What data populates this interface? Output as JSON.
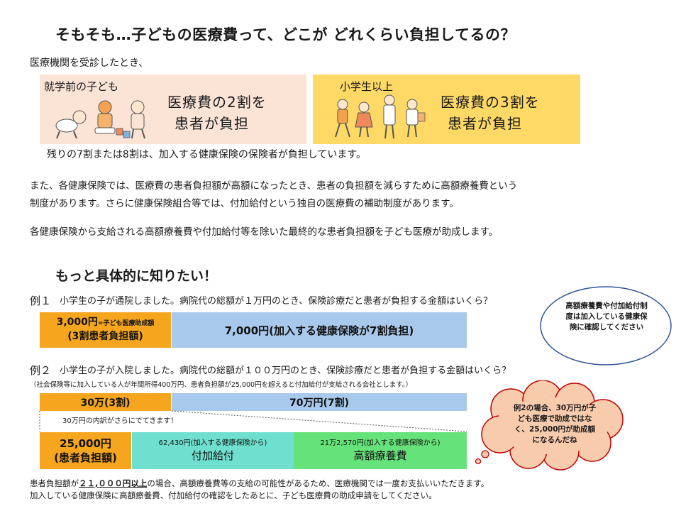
{
  "title": "そもそも…子どもの医療費って、どこが どれくらい負担してるの？",
  "intro": "医療機関を受診したとき、",
  "panels": [
    {
      "label": "就学前の子ども",
      "line1": "医療費の2割を",
      "line2": "患者が負担"
    },
    {
      "label": "小学生以上",
      "line1": "医療費の3割を",
      "line2": "患者が負担"
    }
  ],
  "remainder_note": "残りの7割または8割は、加入する健康保険の保険者が負担しています。",
  "para1_line1": "また、各健康保険では、医療費の患者負担額が高額になったとき、患者の負担額を減らすために高額療養費という",
  "para1_line2": "制度があります。さらに健康保険組合等では、付加給付という独自の医療費の補助制度があります。",
  "para2": "各健康保険から支給される高額療養費や付加給付等を除いた最終的な患者負担額を子ども医療が助成します。",
  "section2_title": "もっと具体的に知りたい！",
  "example1": {
    "label": "例１",
    "question": "小学生の子が通院しました。病院代の総額が１万円のとき、保険診療だと患者が負担する金額はいくら？"
  },
  "example2": {
    "label": "例２",
    "question": "小学生の子が入院しました。病院代の総額が１００万円のとき、保険診療だと患者が負担する金額はいくら？",
    "note": "（社会保険等に加入している人が年間所得400万円、患者負担額が25,000円を超えると付加給付が支給される会社とします。）",
    "breakdown_note": "30万円の内訳がさらにでてきます！"
  },
  "bubble1": "高額療養費や付加給付制度は加入している健康保険に確認してください",
  "bubble2": "例2の場合、30万円が子ども医療で助成ではなく、25,000円が助成額になるんだね",
  "footer": {
    "line1_pre": "患者負担額が",
    "line1_em": "２１,０００円以上",
    "line1_post": "の場合、高額療養費等の支給の可能性があるため、医療機関では一度お支払いいただきます。",
    "line2": "加入している健康保険に高額療養費、付加給付の確認をしたあとに、子ども医療費の助成申請をしてください。"
  },
  "colors": {
    "panel_left": "#fbe3d6",
    "panel_right": "#ffd966",
    "patient": "#f6a61e",
    "insurance": "#a8c8ec",
    "additional": "#6fe0cf",
    "high_cost": "#66e27a"
  },
  "chart_data": [
    {
      "type": "bar",
      "orientation": "horizontal-stacked",
      "title": "例１",
      "unit": "円",
      "total": 10000,
      "segments": [
        {
          "name": "3割患者負担額",
          "value": 3000,
          "label_main": "3,000円",
          "label_sub": "=子ども医療助成額",
          "label_line2": "(3割患者負担額)"
        },
        {
          "name": "加入する健康保険が7割負担",
          "value": 7000,
          "label_main": "7,000円(加入する健康保険が7割負担)"
        }
      ]
    },
    {
      "type": "bar",
      "orientation": "horizontal-stacked",
      "title": "例２",
      "unit": "円",
      "total": 1000000,
      "segments": [
        {
          "name": "3割",
          "value": 300000,
          "label_main": "30万(3割)"
        },
        {
          "name": "7割",
          "value": 700000,
          "label_main": "70万円(7割)"
        }
      ]
    },
    {
      "type": "bar",
      "orientation": "horizontal-stacked",
      "title": "30万円の内訳",
      "unit": "円",
      "total": 300000,
      "segments": [
        {
          "name": "患者負担額",
          "value": 25000,
          "label_main": "25,000円",
          "label_line2": "(患者負担額)"
        },
        {
          "name": "付加給付",
          "value": 62430,
          "label_sub": "62,430円(加入する健康保険から)",
          "label_main": "付加給付"
        },
        {
          "name": "高額療養費",
          "value": 212570,
          "label_sub": "21万2,570円(加入する健康保険から)",
          "label_main": "高額療養費"
        }
      ]
    }
  ]
}
